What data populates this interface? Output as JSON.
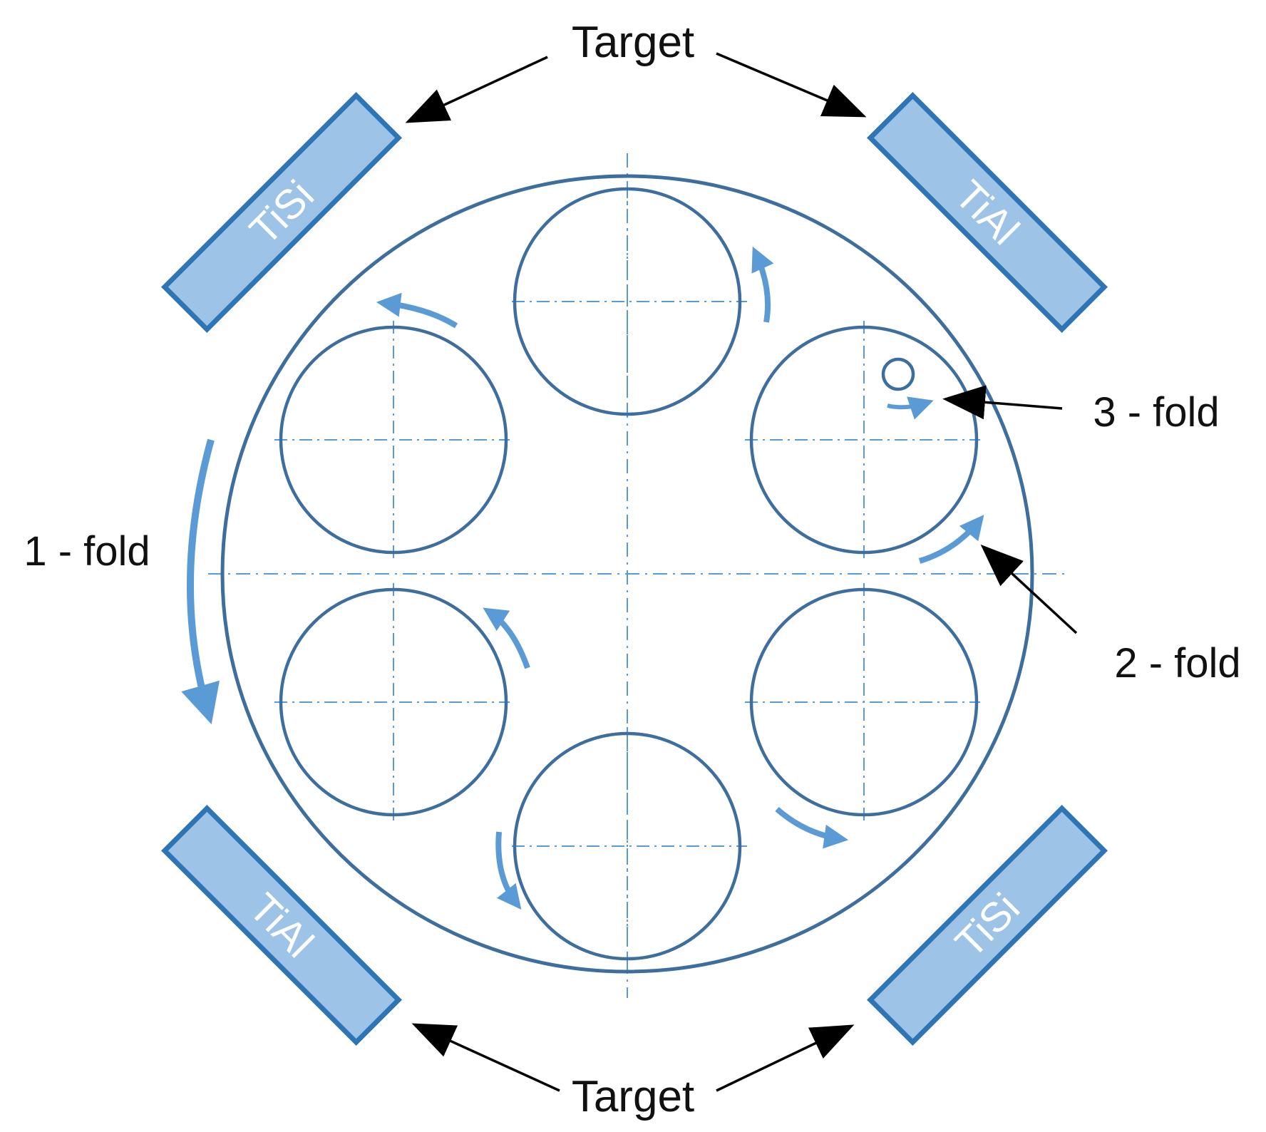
{
  "labels": {
    "target_top": "Target",
    "target_bottom": "Target",
    "one_fold": "1 - fold",
    "two_fold": "2 - fold",
    "three_fold": "3 - fold"
  },
  "targets": {
    "top_left": "TiSi",
    "top_right": "TiAl",
    "bottom_left": "TiAl",
    "bottom_right": "TiSi"
  },
  "colors": {
    "outline": "#3e6e9e",
    "target_fill": "#9dc3e6",
    "target_stroke": "#2e75b6",
    "arrow": "#5b9bd5",
    "axis": "#5b9bd5",
    "text": "#111111"
  }
}
